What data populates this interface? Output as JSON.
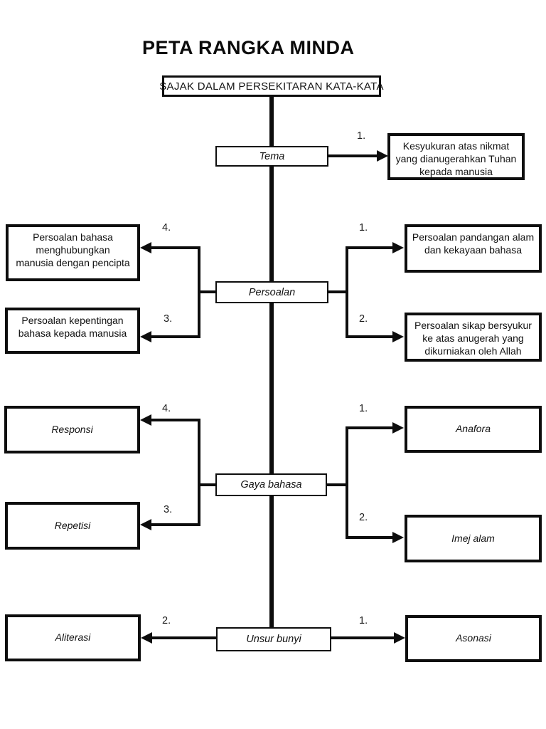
{
  "title": "PETA RANGKA MINDA",
  "root_label": "SAJAK DALAM PERSEKITARAN KATA-KATA",
  "colors": {
    "ink": "#0d0d0d",
    "paper": "#ffffff"
  },
  "sections": [
    {
      "id": "tema",
      "node_label": "Tema",
      "left": [],
      "right": [
        {
          "num": "1.",
          "label": "Kesyukuran atas nikmat\nyang dianugerahkan Tuhan\nkepada manusia"
        }
      ]
    },
    {
      "id": "persoalan",
      "node_label": "Persoalan",
      "left": [
        {
          "num": "4.",
          "label": "Persoalan bahasa\nmenghubungkan\nmanusia dengan pencipta"
        },
        {
          "num": "3.",
          "label": "Persoalan kepentingan\nbahasa kepada manusia"
        }
      ],
      "right": [
        {
          "num": "1.",
          "label": "Persoalan pandangan alam\ndan kekayaan bahasa"
        },
        {
          "num": "2.",
          "label": "Persoalan sikap bersyukur\nke atas anugerah yang\ndikurniakan oleh Allah"
        }
      ]
    },
    {
      "id": "gaya-bahasa",
      "node_label": "Gaya bahasa",
      "left": [
        {
          "num": "4.",
          "label": "Responsi"
        },
        {
          "num": "3.",
          "label": "Repetisi"
        }
      ],
      "right": [
        {
          "num": "1.",
          "label": "Anafora"
        },
        {
          "num": "2.",
          "label": "Imej alam"
        }
      ]
    },
    {
      "id": "unsur-bunyi",
      "node_label": "Unsur bunyi",
      "left": [
        {
          "num": "2.",
          "label": "Aliterasi"
        }
      ],
      "right": [
        {
          "num": "1.",
          "label": "Asonasi"
        }
      ]
    }
  ]
}
